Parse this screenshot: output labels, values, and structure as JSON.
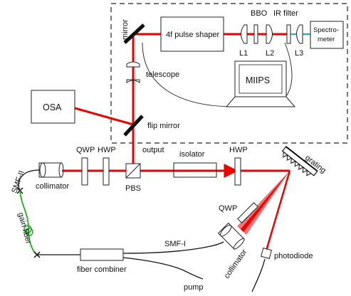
{
  "colors": {
    "laser": "#ee0000",
    "gain_fiber": "#22aa22",
    "ir_output": "#2aa0d8"
  },
  "labels": {
    "mirror": "mirror",
    "pulse_shaper": "4f pulse shaper",
    "bbo": "BBO",
    "ir_filter": "IR filter",
    "spectrometer_line1": "Spectro-",
    "spectrometer_line2": "meter",
    "l1": "L1",
    "l2": "L2",
    "l3": "L3",
    "telescope": "telescope",
    "miips": "MIIPS",
    "osa": "OSA",
    "flip_mirror": "flip mirror",
    "output": "output",
    "qwp_top": "QWP",
    "hwp_left": "HWP",
    "isolator": "isolator",
    "hwp_right": "HWP",
    "grating": "grating",
    "smf_ii": "SMF-II",
    "collimator_left": "collimator",
    "pbs": "PBS",
    "qwp_right": "QWP",
    "gain_fiber": "gain fiber",
    "smf_i": "SMF-I",
    "collimator_right": "collimator",
    "photodiode": "photodiode",
    "fiber_combiner": "fiber combiner",
    "pump": "pump"
  }
}
